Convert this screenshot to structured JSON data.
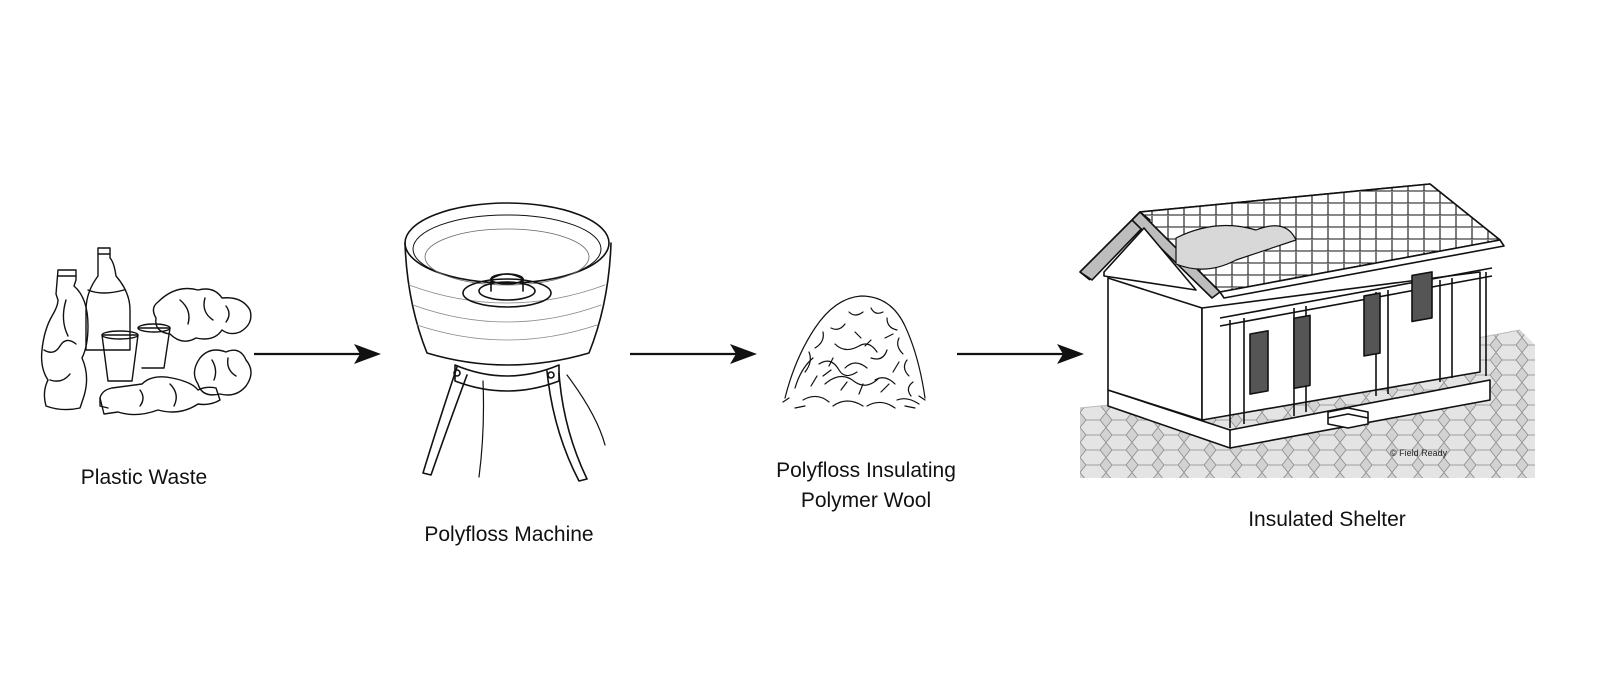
{
  "steps": [
    {
      "id": "plastic-waste",
      "label": "Plastic Waste",
      "icon": "plastic-bottles-illustration"
    },
    {
      "id": "polyfloss-machine",
      "label": "Polyfloss Machine",
      "icon": "spinning-machine-illustration"
    },
    {
      "id": "polymer-wool",
      "label_lines": [
        "Polyfloss Insulating",
        "Polymer Wool"
      ],
      "icon": "wool-tuft-illustration"
    },
    {
      "id": "insulated-shelter",
      "label": "Insulated Shelter",
      "icon": "house-illustration",
      "credit": "© Field Ready"
    }
  ],
  "colors": {
    "ink": "#111111",
    "paving": "#c9c9c9",
    "window": "#555555"
  }
}
